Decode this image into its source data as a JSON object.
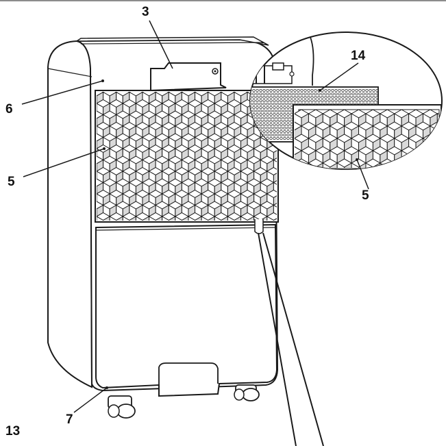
{
  "callouts": {
    "c3": "3",
    "c14": "14",
    "c6": "6",
    "c5_main": "5",
    "c5_detail": "5",
    "c7": "7",
    "c13": "13"
  },
  "colors": {
    "line": "#1a1a1a",
    "fill": "#ffffff",
    "accent_border": "#8c8c8c"
  }
}
